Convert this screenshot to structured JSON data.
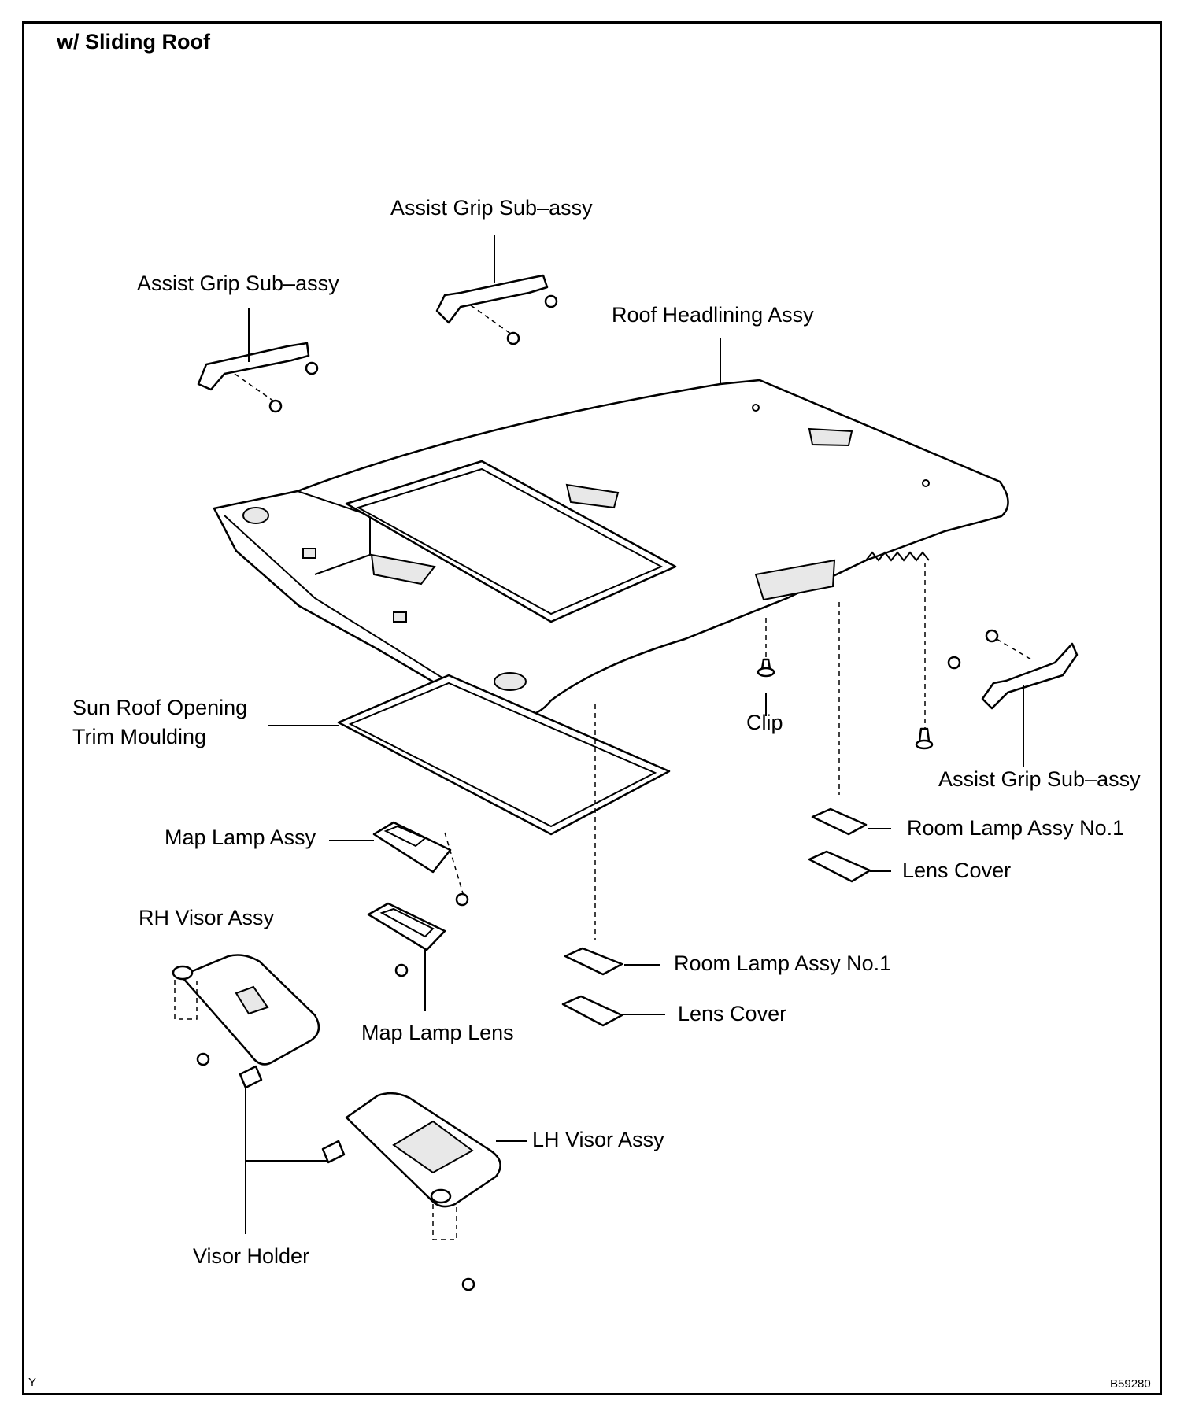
{
  "title": "w/ Sliding Roof",
  "corner_left": "Y",
  "corner_right": "B59280",
  "labels": {
    "assist_grip_top": "Assist Grip Sub–assy",
    "assist_grip_left": "Assist Grip Sub–assy",
    "assist_grip_right": "Assist Grip Sub–assy",
    "roof_headlining": "Roof Headlining Assy",
    "sun_roof_trim_line1": "Sun Roof Opening",
    "sun_roof_trim_line2": "Trim Moulding",
    "clip": "Clip",
    "map_lamp_assy": "Map Lamp Assy",
    "map_lamp_lens": "Map Lamp Lens",
    "rh_visor": "RH Visor Assy",
    "lh_visor": "LH Visor Assy",
    "visor_holder": "Visor Holder",
    "room_lamp_1": "Room Lamp Assy No.1",
    "lens_cover_1": "Lens Cover",
    "room_lamp_2": "Room Lamp Assy No.1",
    "lens_cover_2": "Lens Cover"
  }
}
